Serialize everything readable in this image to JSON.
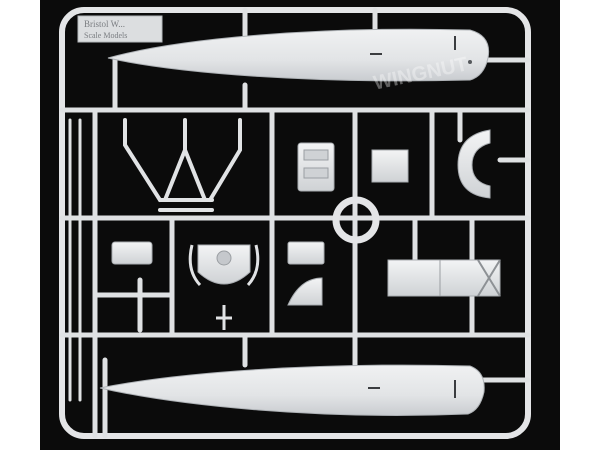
{
  "photo": {
    "subject": "plastic model kit sprue",
    "background_color": "#0b0b0b",
    "plastic_color": "#e6e7e8",
    "shadow_color": "#b9bcc0",
    "watermark_text": "WINGNUT"
  },
  "sprue_label": {
    "line1": "Bristol W...",
    "line2": "Scale Models"
  }
}
